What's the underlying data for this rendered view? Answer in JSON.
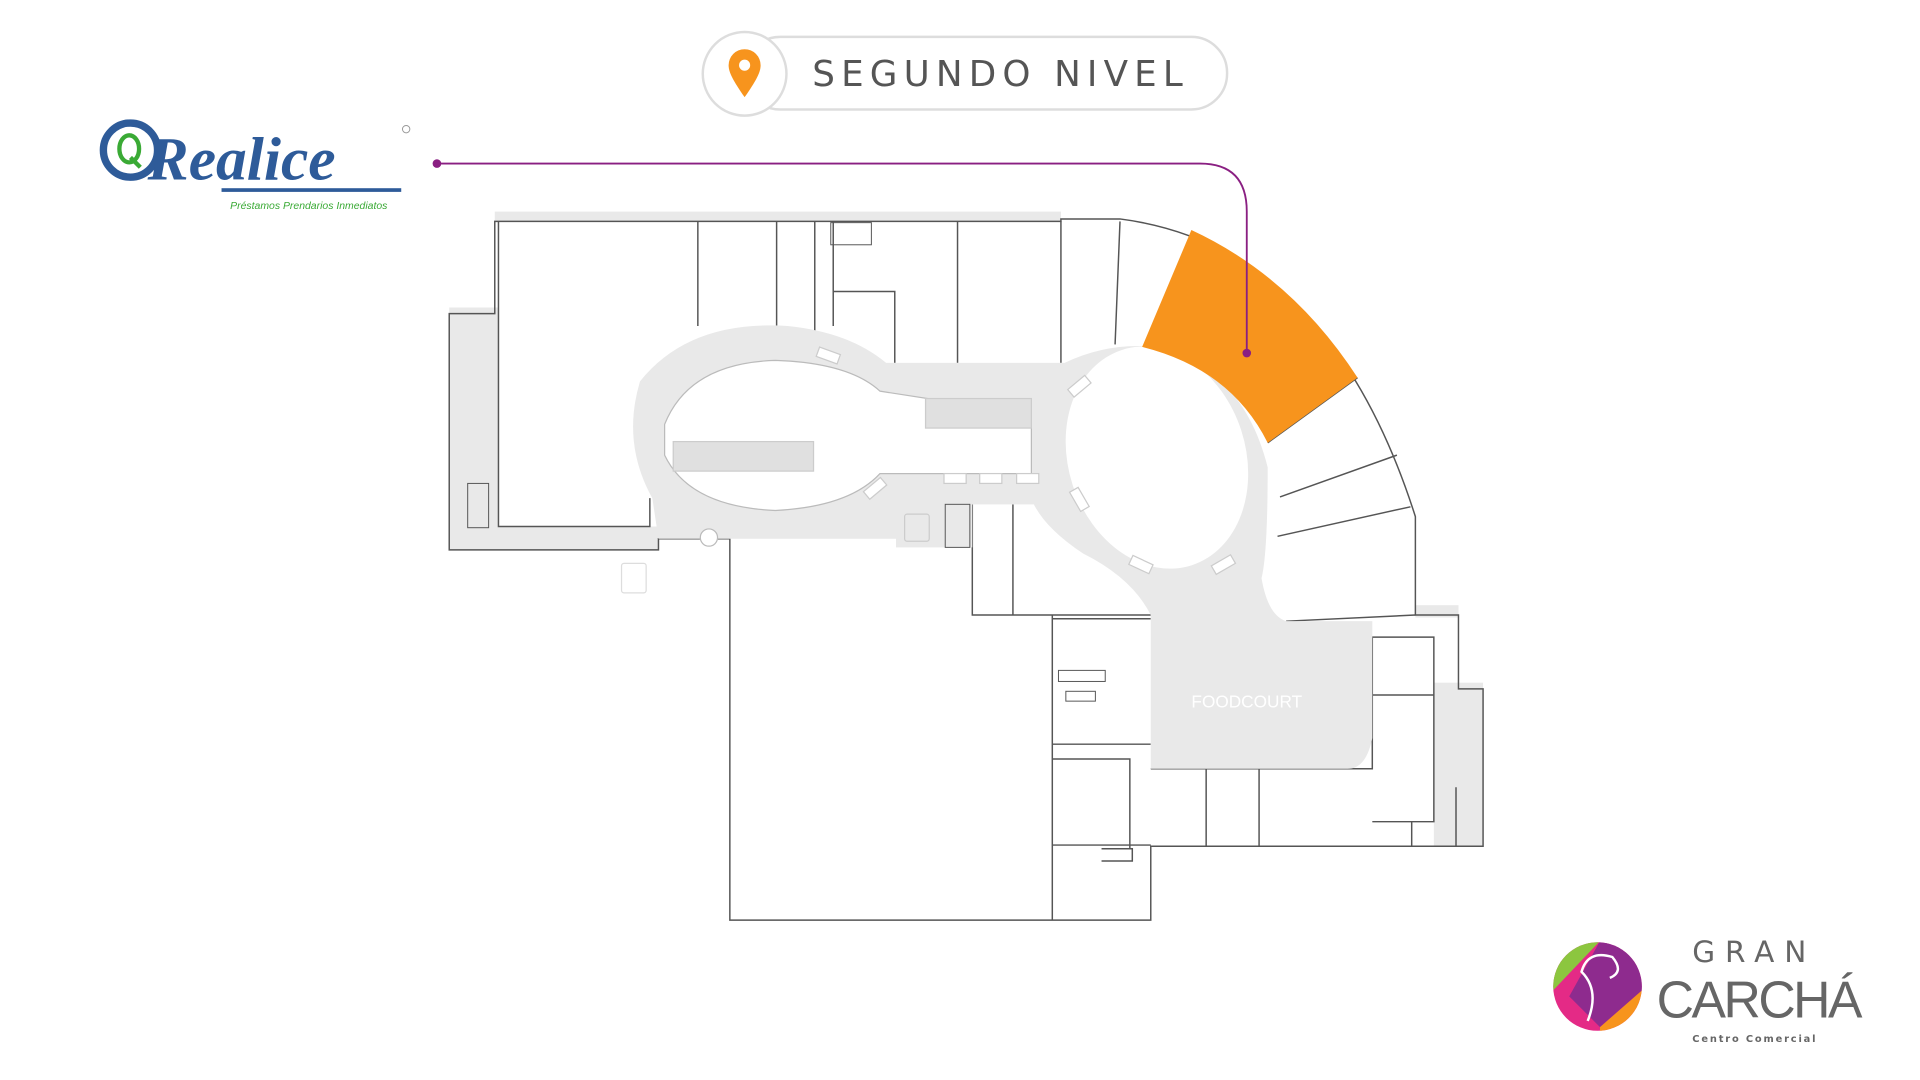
{
  "header": {
    "level_title": "SEGUNDO NIVEL",
    "icon": "map-pin-icon"
  },
  "store": {
    "logo_text": "Realice",
    "logo_tagline": "Préstamos Prendarios Inmediatos",
    "highlight_color": "#f7941d",
    "leader_color": "#8a1f82"
  },
  "map": {
    "foodcourt_label": "FOODCOURT"
  },
  "mall": {
    "name_line1": "GRAN",
    "name_line2": "CARCHÁ",
    "subtitle": "Centro Comercial"
  },
  "colors": {
    "brand_blue": "#2e5b99",
    "brand_green": "#3aaa35",
    "corridor_gray": "#e9e9e9",
    "title_gray": "#555555"
  }
}
